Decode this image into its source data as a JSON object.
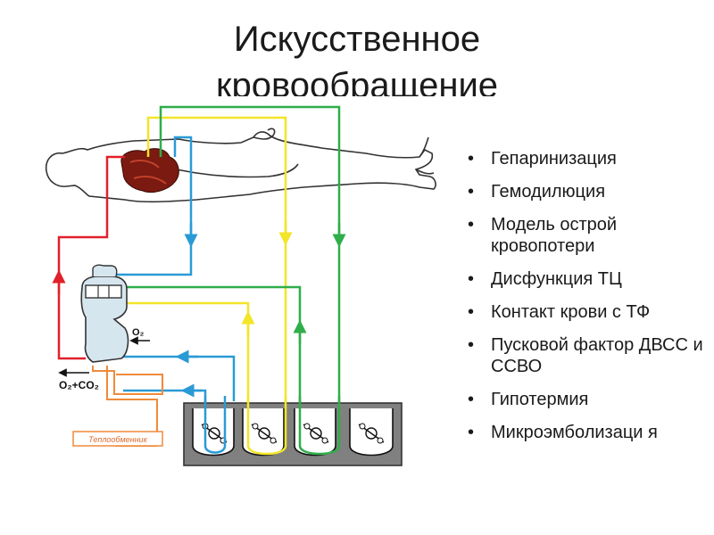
{
  "title": {
    "line1": "Искусственное",
    "line2": "кровообращение"
  },
  "diagram": {
    "labels": {
      "oxygen_in": "O₂",
      "gas_out": "O₂+CO₂",
      "heat_exchanger": "Теплообменник"
    },
    "colors": {
      "red_line": "#e0202a",
      "blue_line": "#2a9ad6",
      "yellow_line": "#f2e52a",
      "green_line": "#2fae4a",
      "orange_line": "#f08a3a",
      "heart": "#7a1a10",
      "device_fill": "#d6e6ef",
      "pump_box": "#808080"
    }
  },
  "bullets": [
    "Гепаринизация",
    "Гемодилюция",
    "Модель острой кровопотери",
    "Дисфункция ТЦ",
    "Контакт крови с ТФ",
    "Пусковой фактор ДВСС и ССВО",
    "Гипотермия",
    "Микроэмболизаци я"
  ]
}
